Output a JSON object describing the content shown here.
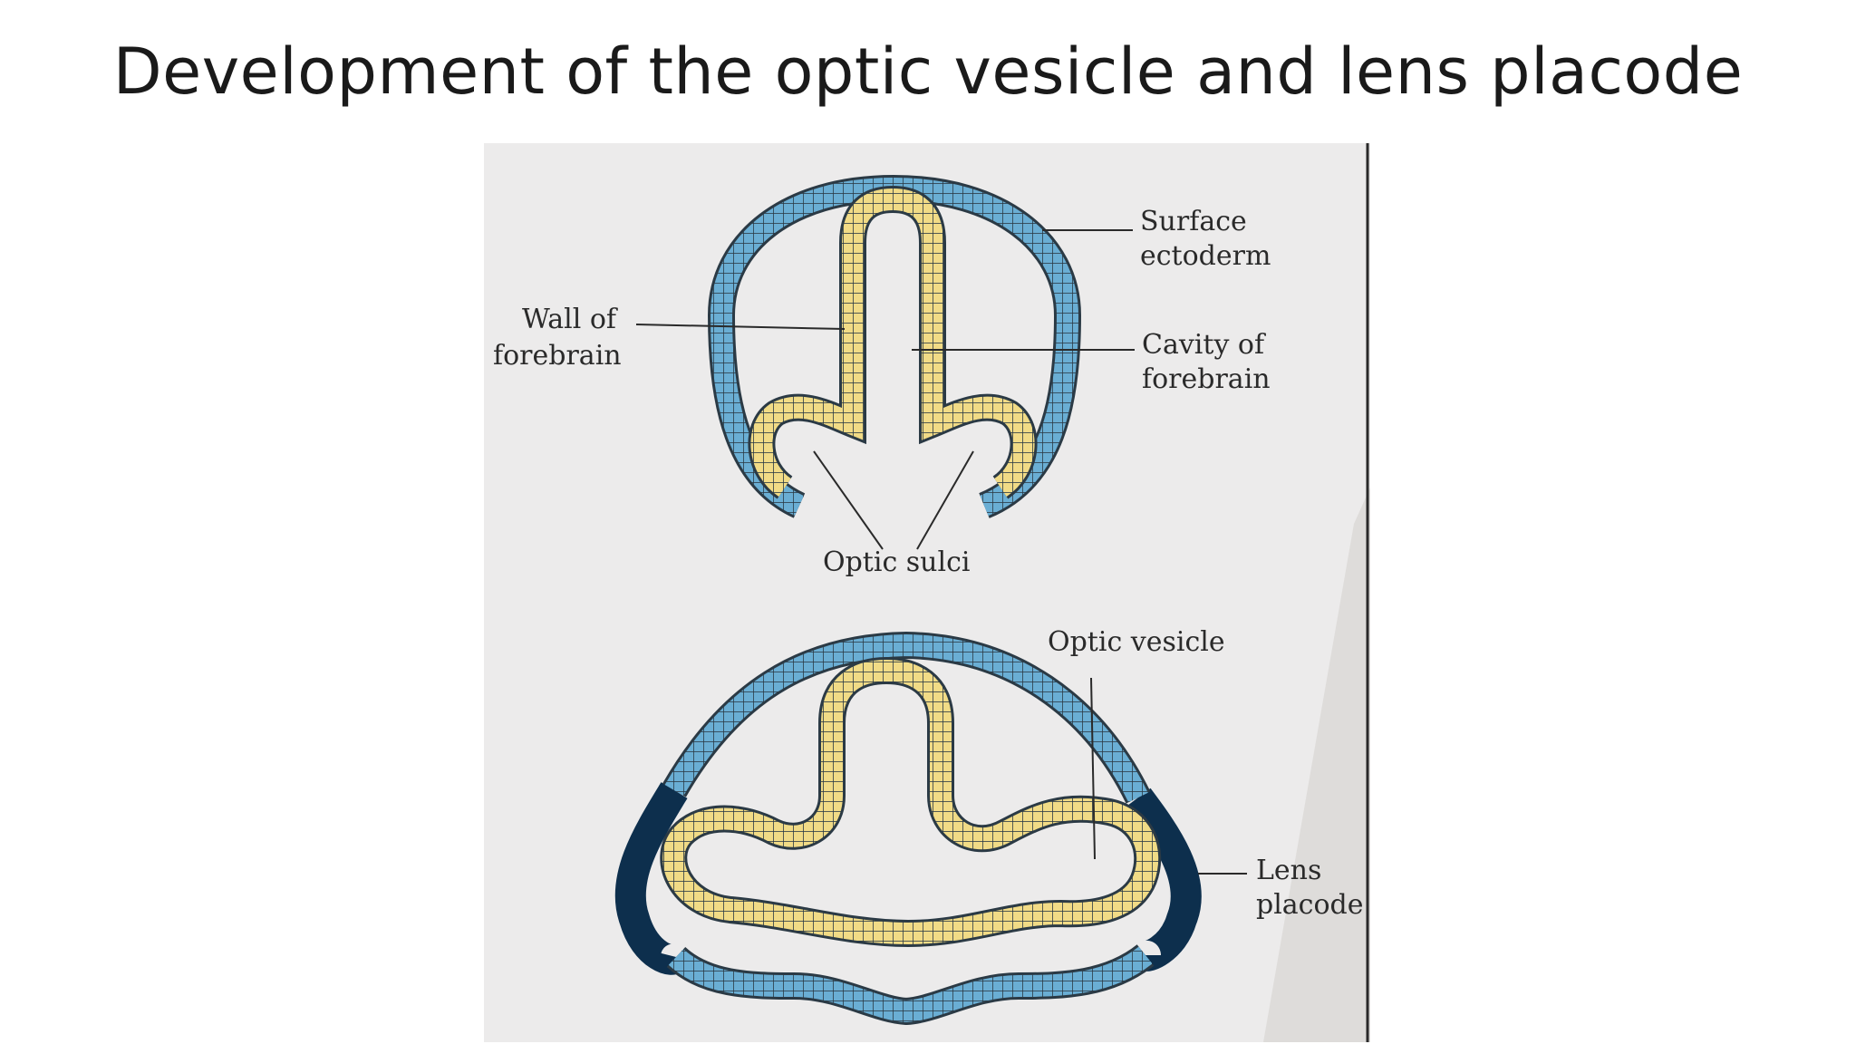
{
  "slide": {
    "title": "Development of the optic vesicle and lens placode"
  },
  "figure": {
    "top_diagram": {
      "labels": {
        "surface_ectoderm": [
          "Surface",
          "ectoderm"
        ],
        "wall_of_forebrain": [
          "Wall of",
          "forebrain"
        ],
        "cavity_of_forebrain": [
          "Cavity of",
          "forebrain"
        ],
        "optic_sulci": "Optic sulci"
      }
    },
    "bottom_diagram": {
      "labels": {
        "optic_vesicle": "Optic vesicle",
        "lens_placode": [
          "Lens",
          "placode"
        ]
      }
    },
    "colors": {
      "surface_ectoderm": "#6aaed4",
      "neural_wall": "#f1db86",
      "lens_placode": "#0d2f4d",
      "paper": "#ecebeb",
      "cell_line": "#2b3a45"
    }
  }
}
